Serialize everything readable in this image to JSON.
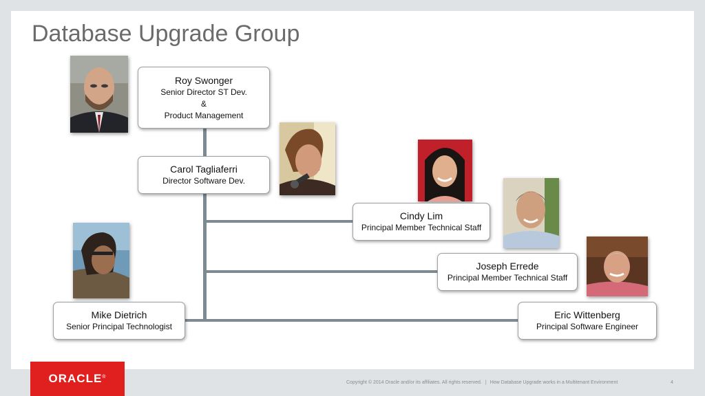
{
  "slide": {
    "title": "Database Upgrade Group"
  },
  "people": {
    "roy": {
      "name": "Roy Swonger",
      "role_line1": "Senior Director ST Dev.",
      "role_line2": "&",
      "role_line3": "Product Management"
    },
    "carol": {
      "name": "Carol Tagliaferri",
      "role": "Director Software Dev."
    },
    "cindy": {
      "name": "Cindy Lim",
      "role": "Principal Member Technical Staff"
    },
    "joseph": {
      "name": "Joseph Errede",
      "role": "Principal Member Technical Staff"
    },
    "mike": {
      "name": "Mike Dietrich",
      "role": "Senior Principal Technologist"
    },
    "eric": {
      "name": "Eric Wittenberg",
      "role": "Principal Software Engineer"
    }
  },
  "footer": {
    "logo_text": "ORACLE",
    "logo_mark": "®",
    "copyright": "Copyright © 2014 Oracle and/or its affiliates. All rights reserved.",
    "separator": "|",
    "presentation_title": "How Database Upgrade works in a Multitenant Environment",
    "page_number": "4"
  },
  "colors": {
    "brand_red": "#e01f1f",
    "connector": "#7e8a92",
    "title_gray": "#6b6b6b"
  }
}
